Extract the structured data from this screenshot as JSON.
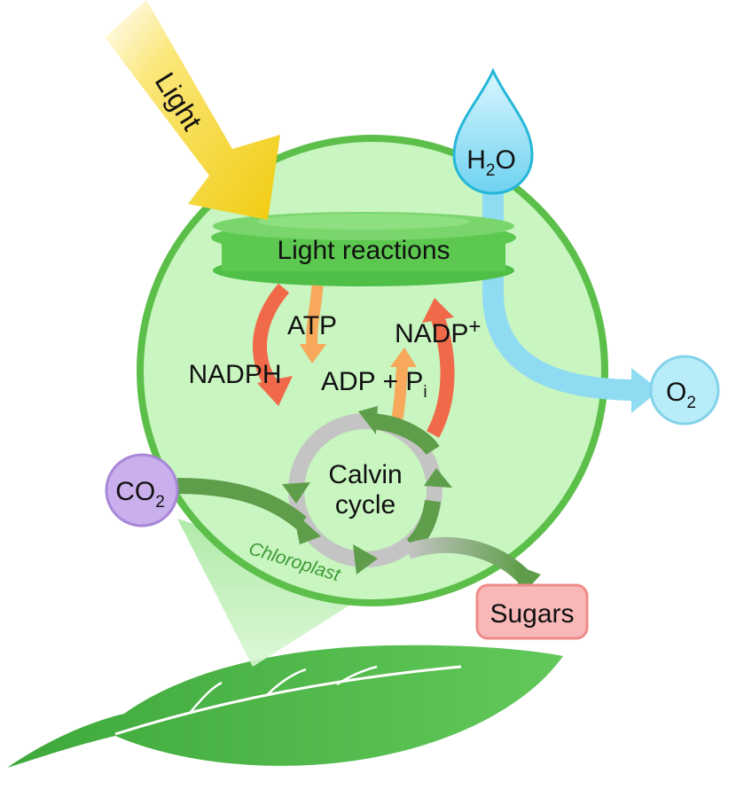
{
  "diagram": {
    "light": "Light",
    "water": {
      "main": "H",
      "sub": "2",
      "tail": "O"
    },
    "oxygen": {
      "main": "O",
      "sub": "2"
    },
    "carbon_dioxide": {
      "main": "CO",
      "sub": "2"
    },
    "light_reactions": "Light reactions",
    "atp": "ATP",
    "nadph": "NADPH",
    "nadp_plus": {
      "main": "NADP",
      "sup": "+"
    },
    "adp_pi": {
      "main": "ADP + P",
      "sub": "i"
    },
    "calvin_cycle": {
      "line1": "Calvin",
      "line2": "cycle"
    },
    "chloroplast": "Chloroplast",
    "sugars": "Sugars"
  },
  "colors": {
    "chloroplast_fill": "#c8f5c0",
    "chloroplast_stroke": "#5cbf4a",
    "thylakoid": "#5cc850",
    "light_arrow": "#f2d21b",
    "water": "#7fd8f0",
    "co2": "#c9b0ec",
    "sugars": "#f8b8b8",
    "red_arrow": "#f06a4a",
    "orange_arrow": "#f8a85a",
    "calvin_ring": "#c4c4c4",
    "green_arrow": "#5e9e4a",
    "leaf": "#5cbf4a"
  }
}
